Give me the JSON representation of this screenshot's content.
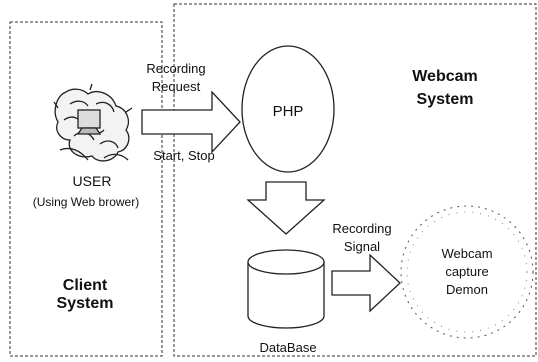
{
  "client": {
    "user_label": "USER",
    "user_sub": "(Using Web brower)",
    "title_line1": "Client",
    "title_line2": "System"
  },
  "webcam": {
    "title_line1": "Webcam",
    "title_line2": "System"
  },
  "request_arrow": {
    "label_line1": "Recording",
    "label_line2": "Request",
    "under_label": "Start, Stop"
  },
  "php_label": "PHP",
  "database_label": "DataBase",
  "signal_arrow": {
    "label_line1": "Recording",
    "label_line2": "Signal"
  },
  "daemon": {
    "line1": "Webcam",
    "line2": "capture",
    "line3": "Demon"
  }
}
